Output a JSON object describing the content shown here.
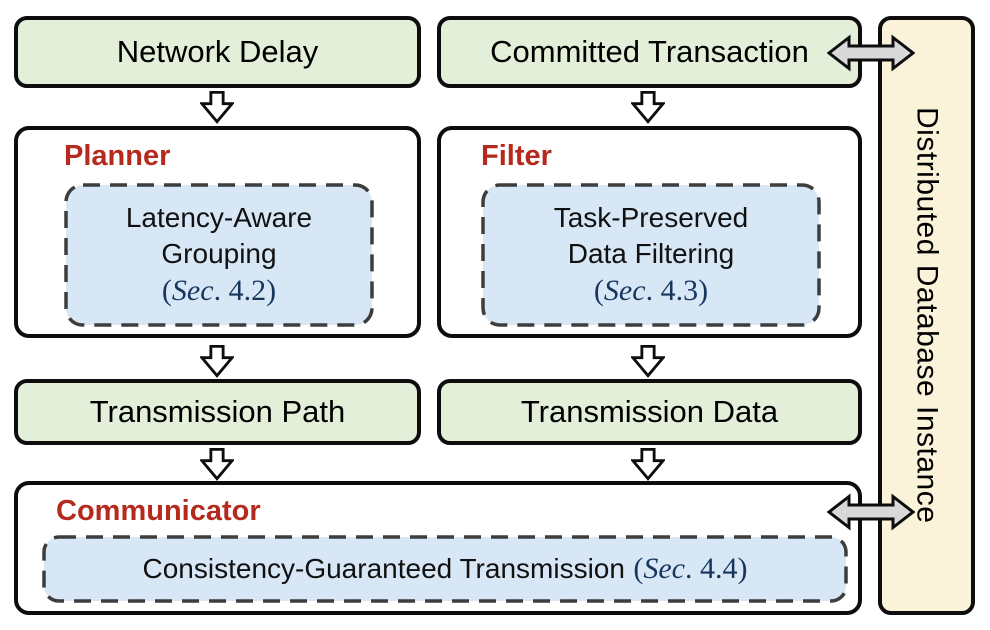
{
  "boxes": {
    "network_delay": {
      "label": "Network Delay"
    },
    "committed_transaction": {
      "label": "Committed Transaction"
    },
    "transmission_path": {
      "label": "Transmission Path"
    },
    "transmission_data": {
      "label": "Transmission Data"
    },
    "database": {
      "label": "Distributed Database Instance"
    },
    "planner": {
      "title": "Planner",
      "lines": [
        "Latency-Aware",
        "Grouping"
      ],
      "sec": {
        "open": "(",
        "word": "Sec",
        "rest": ". 4.2",
        "close": ")"
      }
    },
    "filter": {
      "title": "Filter",
      "lines": [
        "Task-Preserved",
        "Data Filtering"
      ],
      "sec": {
        "open": "(",
        "word": "Sec",
        "rest": ". 4.3",
        "close": ")"
      }
    },
    "communicator": {
      "title": "Communicator",
      "line": "Consistency-Guaranteed Transmission",
      "sec": {
        "open": "(",
        "word": "Sec",
        "rest": ". 4.4",
        "close": ")"
      }
    }
  },
  "colors": {
    "green_fill": "#e4efda",
    "blue_fill": "#d7e7f5",
    "cream_fill": "#faf3da",
    "red_title": "#b52a1d",
    "navy_section": "#17365e",
    "box_border": "#0d0d0d",
    "dash_border": "#3d3d3d",
    "arrow_fill_gray": "#d9d9d9"
  }
}
